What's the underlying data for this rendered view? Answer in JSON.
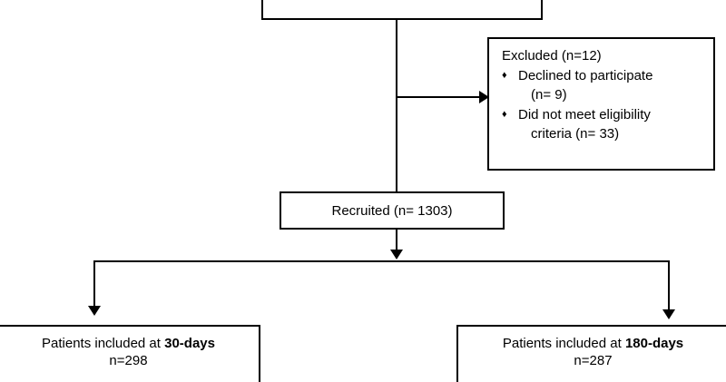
{
  "diagram": {
    "type": "patient-flow-chart",
    "title_visible": false,
    "nodes": {
      "top_box": {
        "label": "",
        "note": "clipped above top edge of image"
      },
      "excluded": {
        "heading": "Excluded (n=12)",
        "items": [
          {
            "bullet": "♦",
            "text": "Declined to participate",
            "continuation": "(n= 9)"
          },
          {
            "bullet": "♦",
            "text": "Did not meet eligibility",
            "continuation": "criteria (n= 33)"
          }
        ]
      },
      "recruited": {
        "label": "Recruited (n= 1303)"
      },
      "included_30": {
        "line1_prefix": "Patients included at ",
        "line1_bold": "30-days",
        "line2": "n=298",
        "line3": ""
      },
      "included_180": {
        "line1_prefix": "Patients included at ",
        "line1_bold": "180-days",
        "line2": "n=287",
        "line3": ""
      }
    },
    "colors": {
      "stroke": "#000000",
      "fill": "#ffffff",
      "text": "#000000"
    }
  }
}
